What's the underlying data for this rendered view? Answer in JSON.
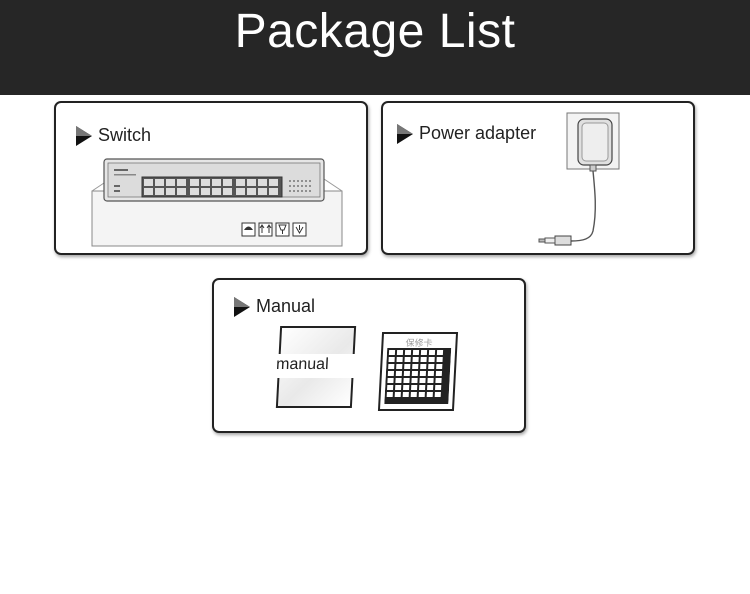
{
  "header": {
    "title": "Package List"
  },
  "items": [
    {
      "id": "switch",
      "label": "Switch"
    },
    {
      "id": "power-adapter",
      "label": "Power adapter"
    },
    {
      "id": "manual",
      "label": "Manual"
    }
  ],
  "manual_booklet": {
    "label": "manual"
  },
  "warranty_card": {
    "title": "保修卡"
  },
  "colors": {
    "header_bg": "#262626",
    "header_text": "#ffffff",
    "border": "#222222"
  }
}
